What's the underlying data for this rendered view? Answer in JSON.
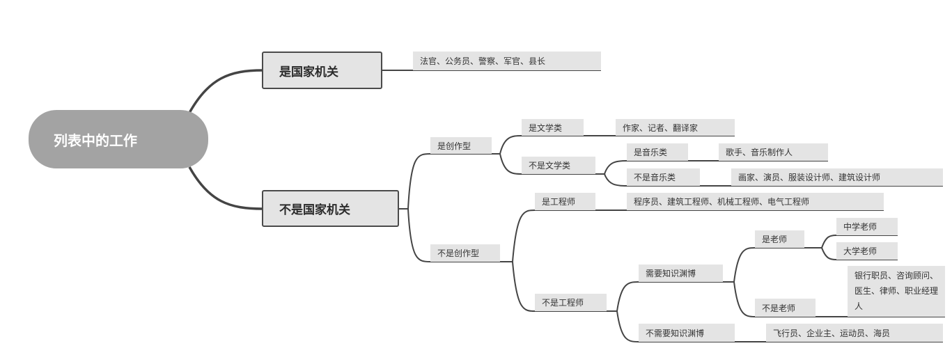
{
  "root": "列表中的工作",
  "gov": {
    "label": "是国家机关",
    "jobs": "法官、公务员、警察、军官、县长"
  },
  "nongov": {
    "label": "不是国家机关",
    "creative": {
      "label": "是创作型",
      "literary": {
        "label": "是文学类",
        "jobs": "作家、记者、翻译家"
      },
      "nonliterary": {
        "label": "不是文学类",
        "music": {
          "label": "是音乐类",
          "jobs": "歌手、音乐制作人"
        },
        "nonmusic": {
          "label": "不是音乐类",
          "jobs": "画家、演员、服装设计师、建筑设计师"
        }
      }
    },
    "noncreative": {
      "label": "不是创作型",
      "engineer": {
        "label": "是工程师",
        "jobs": "程序员、建筑工程师、机械工程师、电气工程师"
      },
      "nonengineer": {
        "label": "不是工程师",
        "knowledge": {
          "label": "需要知识渊博",
          "teacher": {
            "label": "是老师",
            "jobs": [
              "中学老师",
              "大学老师"
            ]
          },
          "nonteacher": {
            "label": "不是老师",
            "jobs": "银行职员、咨询顾问、医生、律师、职业经理人"
          }
        },
        "noknowledge": {
          "label": "不需要知识渊博",
          "jobs": "飞行员、企业主、运动员、海员"
        }
      }
    }
  }
}
